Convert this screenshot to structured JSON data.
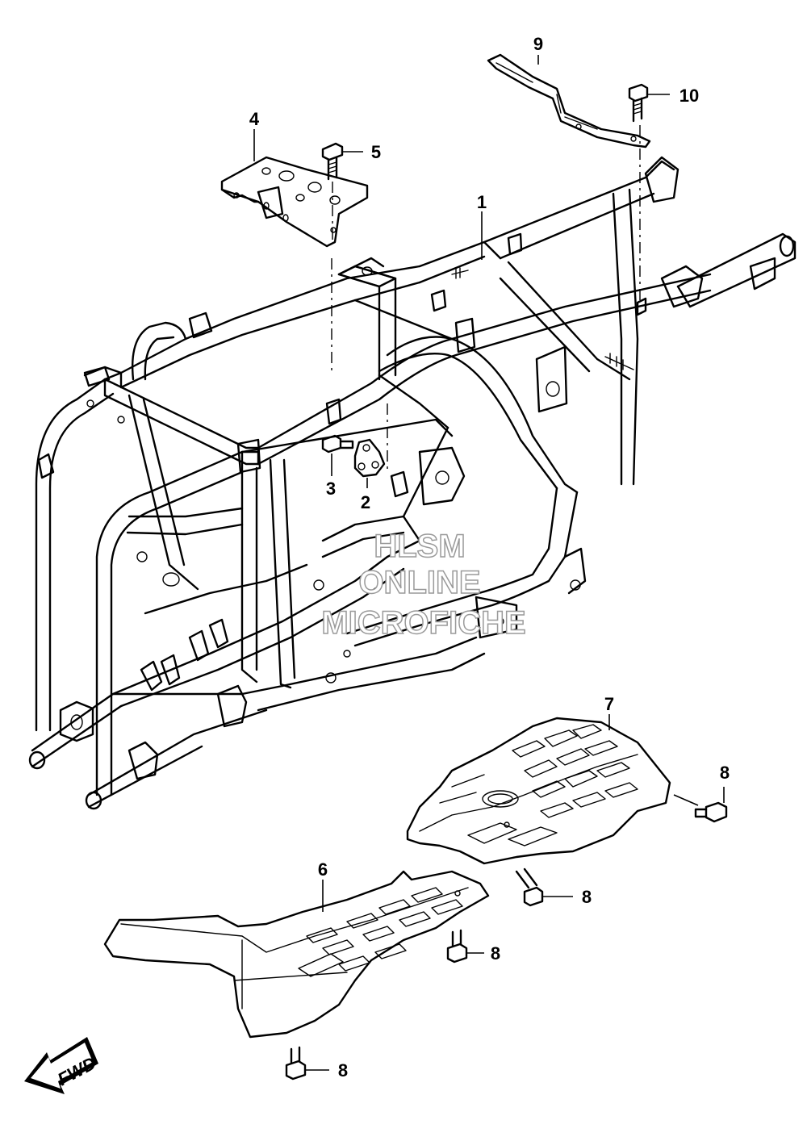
{
  "diagram": {
    "callouts": [
      {
        "id": "c1",
        "label": "1"
      },
      {
        "id": "c2",
        "label": "2"
      },
      {
        "id": "c3",
        "label": "3"
      },
      {
        "id": "c4",
        "label": "4"
      },
      {
        "id": "c5",
        "label": "5"
      },
      {
        "id": "c6",
        "label": "6"
      },
      {
        "id": "c7",
        "label": "7"
      },
      {
        "id": "c8a",
        "label": "8"
      },
      {
        "id": "c8b",
        "label": "8"
      },
      {
        "id": "c8c",
        "label": "8"
      },
      {
        "id": "c8d",
        "label": "8"
      },
      {
        "id": "c9",
        "label": "9"
      },
      {
        "id": "c10",
        "label": "10"
      }
    ],
    "watermark": {
      "line1": "HLSM",
      "line2": "ONLINE",
      "line3": "MICROFICHE"
    },
    "direction_badge": {
      "label": "FWD"
    }
  }
}
